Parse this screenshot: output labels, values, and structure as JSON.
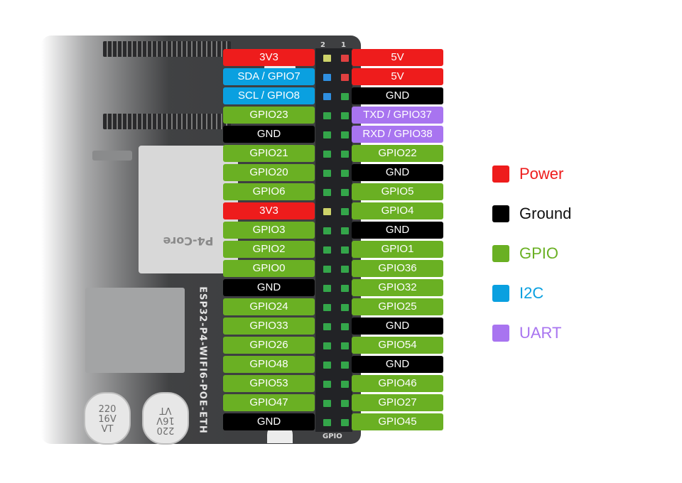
{
  "board": {
    "name": "ESP32-P4-WIFI6-POE-ETH",
    "module_text": "P4-Core",
    "header_label": "GPIO",
    "cap_texts": [
      "220",
      "16V",
      "VT"
    ],
    "pin_num_left": "2",
    "pin_num_right": "1"
  },
  "colors": {
    "power": "#ee1c1c",
    "ground": "#000000",
    "gpio": "#6ab023",
    "i2c": "#0aa0e0",
    "uart": "#a874f0"
  },
  "pins": [
    {
      "left": {
        "label": "3V3",
        "type": "power"
      },
      "right": {
        "label": "5V",
        "type": "power"
      }
    },
    {
      "left": {
        "label": "SDA / GPIO7",
        "type": "i2c"
      },
      "right": {
        "label": "5V",
        "type": "power"
      }
    },
    {
      "left": {
        "label": "SCL / GPIO8",
        "type": "i2c"
      },
      "right": {
        "label": "GND",
        "type": "ground"
      }
    },
    {
      "left": {
        "label": "GPIO23",
        "type": "gpio"
      },
      "right": {
        "label": "TXD / GPIO37",
        "type": "uart"
      }
    },
    {
      "left": {
        "label": "GND",
        "type": "ground"
      },
      "right": {
        "label": "RXD / GPIO38",
        "type": "uart"
      }
    },
    {
      "left": {
        "label": "GPIO21",
        "type": "gpio"
      },
      "right": {
        "label": "GPIO22",
        "type": "gpio"
      }
    },
    {
      "left": {
        "label": "GPIO20",
        "type": "gpio"
      },
      "right": {
        "label": "GND",
        "type": "ground"
      }
    },
    {
      "left": {
        "label": "GPIO6",
        "type": "gpio"
      },
      "right": {
        "label": "GPIO5",
        "type": "gpio"
      }
    },
    {
      "left": {
        "label": "3V3",
        "type": "power"
      },
      "right": {
        "label": "GPIO4",
        "type": "gpio"
      }
    },
    {
      "left": {
        "label": "GPIO3",
        "type": "gpio"
      },
      "right": {
        "label": "GND",
        "type": "ground"
      }
    },
    {
      "left": {
        "label": "GPIO2",
        "type": "gpio"
      },
      "right": {
        "label": "GPIO1",
        "type": "gpio"
      }
    },
    {
      "left": {
        "label": "GPIO0",
        "type": "gpio"
      },
      "right": {
        "label": "GPIO36",
        "type": "gpio"
      }
    },
    {
      "left": {
        "label": "GND",
        "type": "ground"
      },
      "right": {
        "label": "GPIO32",
        "type": "gpio"
      }
    },
    {
      "left": {
        "label": "GPIO24",
        "type": "gpio"
      },
      "right": {
        "label": "GPIO25",
        "type": "gpio"
      }
    },
    {
      "left": {
        "label": "GPIO33",
        "type": "gpio"
      },
      "right": {
        "label": "GND",
        "type": "ground"
      }
    },
    {
      "left": {
        "label": "GPIO26",
        "type": "gpio"
      },
      "right": {
        "label": "GPIO54",
        "type": "gpio"
      }
    },
    {
      "left": {
        "label": "GPIO48",
        "type": "gpio"
      },
      "right": {
        "label": "GND",
        "type": "ground"
      }
    },
    {
      "left": {
        "label": "GPIO53",
        "type": "gpio"
      },
      "right": {
        "label": "GPIO46",
        "type": "gpio"
      }
    },
    {
      "left": {
        "label": "GPIO47",
        "type": "gpio"
      },
      "right": {
        "label": "GPIO27",
        "type": "gpio"
      }
    },
    {
      "left": {
        "label": "GND",
        "type": "ground"
      },
      "right": {
        "label": "GPIO45",
        "type": "gpio"
      }
    }
  ],
  "legend": [
    {
      "label": "Power",
      "type": "power"
    },
    {
      "label": "Ground",
      "type": "ground"
    },
    {
      "label": "GPIO",
      "type": "gpio"
    },
    {
      "label": "I2C",
      "type": "i2c"
    },
    {
      "label": "UART",
      "type": "uart"
    }
  ]
}
